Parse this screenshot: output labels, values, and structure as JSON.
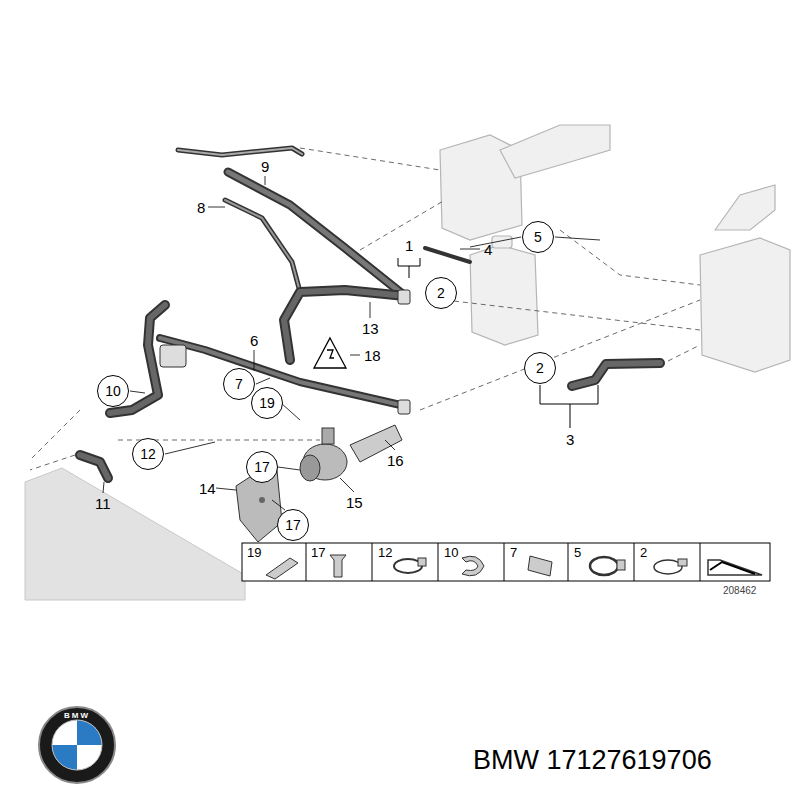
{
  "diagram": {
    "nodes": [
      {
        "text": [
          "5"
        ]
      },
      {
        "text": [
          "2"
        ]
      },
      {
        "text": [
          "2"
        ]
      },
      {
        "text": [
          "10"
        ]
      },
      {
        "text": [
          "7"
        ]
      },
      {
        "text": [
          "19"
        ]
      },
      {
        "text": [
          "12"
        ]
      },
      {
        "text": [
          "17"
        ]
      },
      {
        "text": [
          "17"
        ]
      }
    ],
    "labels": [
      "9",
      "8",
      "1",
      "4",
      "6",
      "18",
      "13",
      "3",
      "14",
      "16",
      "15",
      "11",
      "19",
      "17",
      "12",
      "10",
      "7",
      "5",
      "2",
      "208462",
      "BMW",
      "BMW 17127619706"
    ]
  }
}
